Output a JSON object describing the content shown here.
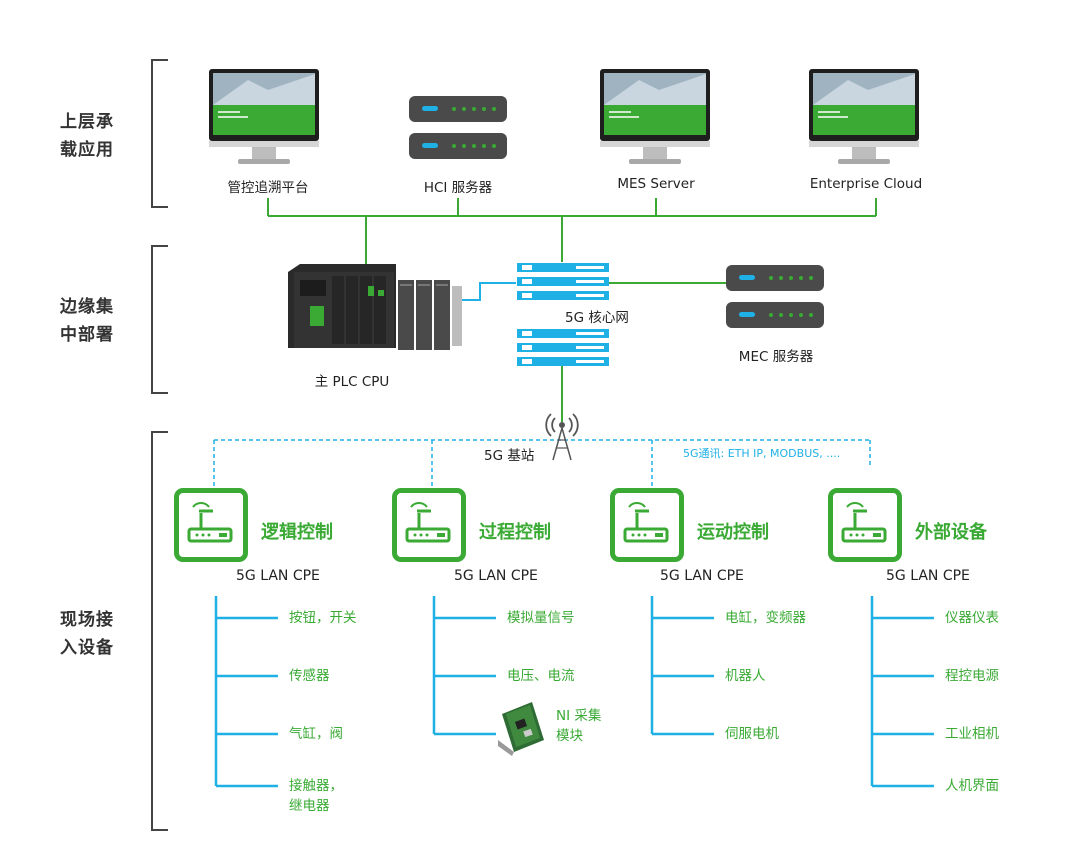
{
  "layers": {
    "top": "上层承\n载应用",
    "edge": "边缘集\n中部署",
    "field": "现场接\n入设备"
  },
  "top_apps": {
    "trace": "管控追溯平台",
    "hci": "HCI 服务器",
    "mes": "MES Server",
    "cloud": "Enterprise Cloud"
  },
  "edge": {
    "plc": "主 PLC CPU",
    "core": "5G 核心网",
    "mec": "MEC 服务器"
  },
  "base_station": "5G 基站",
  "protocol_note": "5G通讯: ETH IP, MODBUS, ....",
  "cpe_label": "5G LAN CPE",
  "categories": [
    {
      "name": "逻辑控制",
      "items": [
        "按钮，开关",
        "传感器",
        "气缸，阀",
        "接触器，\n继电器"
      ]
    },
    {
      "name": "过程控制",
      "items": [
        "模拟量信号",
        "电压、电流",
        "NI 采集\n模块"
      ]
    },
    {
      "name": "运动控制",
      "items": [
        "电缸，变频器",
        "机器人",
        "伺服电机"
      ]
    },
    {
      "name": "外部设备",
      "items": [
        "仪器仪表",
        "程控电源",
        "工业相机",
        "人机界面"
      ]
    }
  ],
  "colors": {
    "green": "#3aaa35",
    "blue": "#1fb0e6",
    "gray_text": "#333333"
  },
  "icons": [
    "monitor-icon",
    "server-icon",
    "plc-icon",
    "rack-server-icon",
    "antenna-icon",
    "router-icon",
    "ni-card-icon"
  ]
}
